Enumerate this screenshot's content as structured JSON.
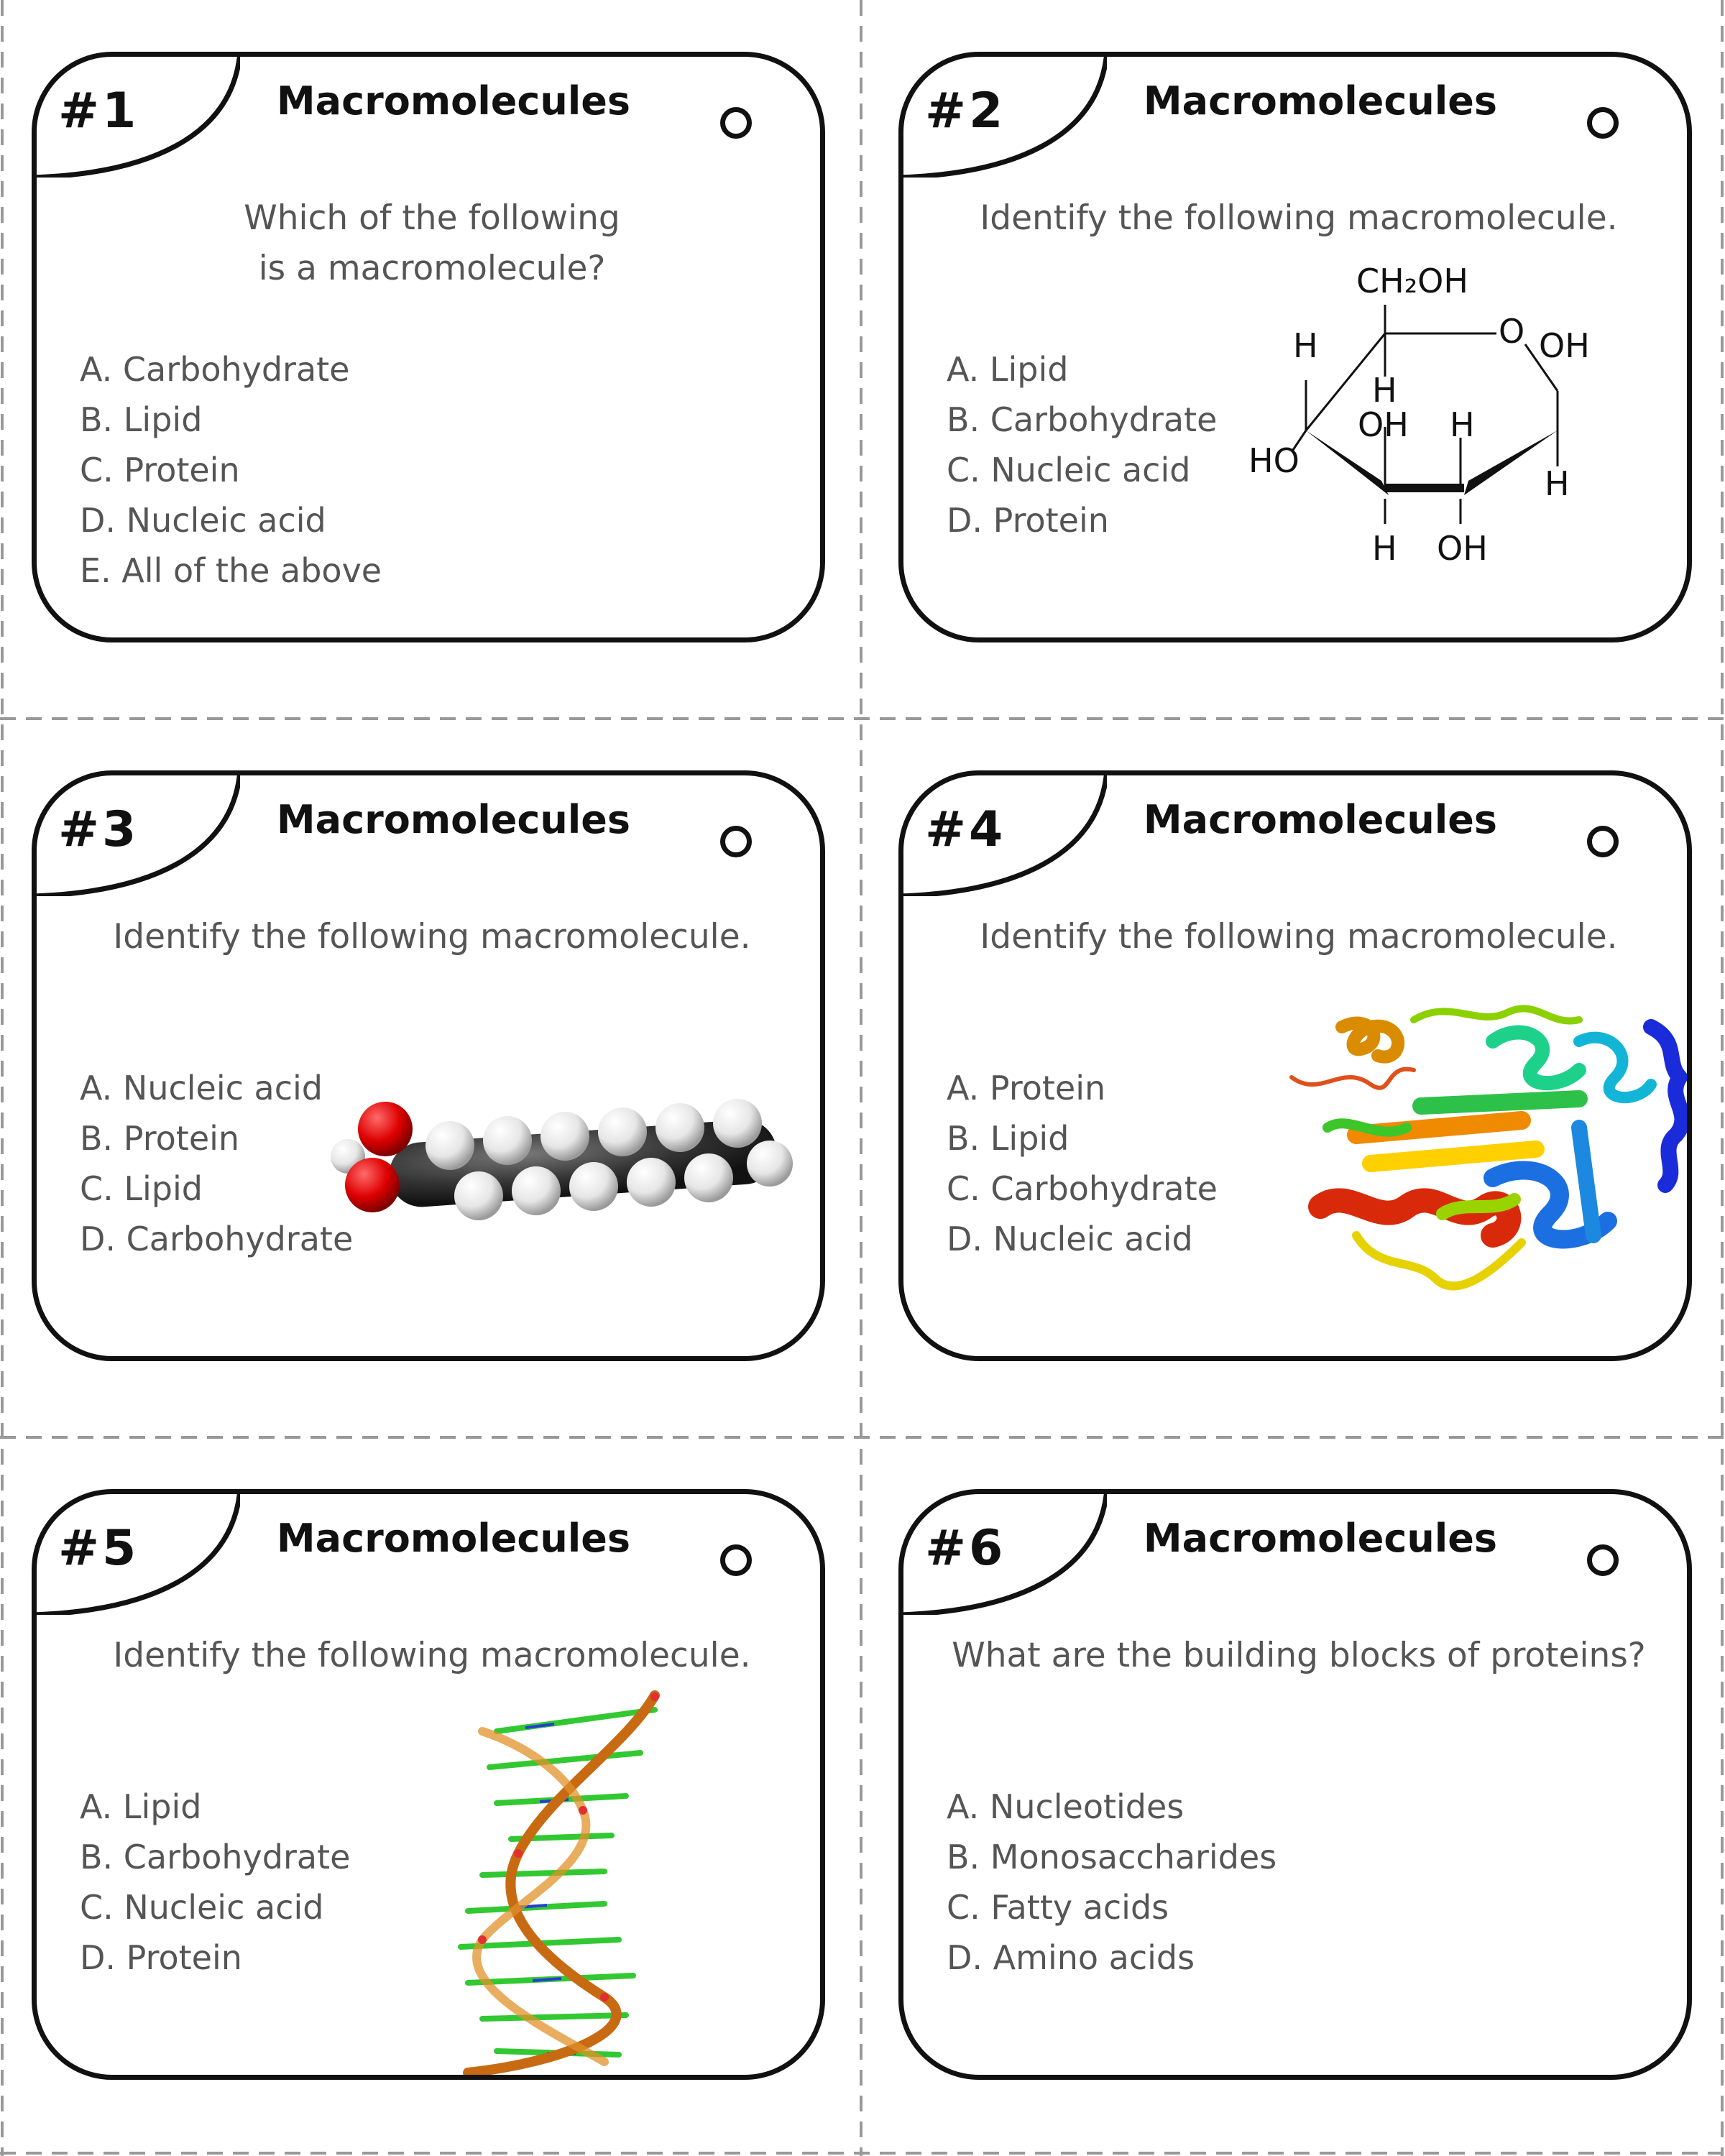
{
  "cards": [
    {
      "number": "#1",
      "title": "Macromolecules",
      "question_lines": [
        "Which of the following",
        "is a macromolecule?"
      ],
      "answers": [
        "A. Carbohydrate",
        "B. Lipid",
        "C. Protein",
        "D. Nucleic acid",
        "E. All of the above"
      ]
    },
    {
      "number": "#2",
      "title": "Macromolecules",
      "question_lines": [
        "Identify the following macromolecule."
      ],
      "answers": [
        "A. Lipid",
        "B. Carbohydrate",
        "C. Nucleic acid",
        "D. Protein"
      ],
      "figure_labels": {
        "ch2oh": "CH₂OH",
        "o": "O",
        "oh_right": "OH",
        "h_top_left": "H",
        "h_inner": "H",
        "oh_inner": "OH",
        "h_inner_right": "H",
        "ho": "HO",
        "h_right": "H",
        "h_bottom": "H",
        "oh_bottom": "OH"
      }
    },
    {
      "number": "#3",
      "title": "Macromolecules",
      "question_lines": [
        "Identify the following macromolecule."
      ],
      "answers": [
        "A. Nucleic acid",
        "B. Protein",
        "C. Lipid",
        "D. Carbohydrate"
      ]
    },
    {
      "number": "#4",
      "title": "Macromolecules",
      "question_lines": [
        "Identify the following macromolecule."
      ],
      "answers": [
        "A. Protein",
        "B. Lipid",
        "C. Carbohydrate",
        "D. Nucleic acid"
      ]
    },
    {
      "number": "#5",
      "title": "Macromolecules",
      "question_lines": [
        "Identify the following macromolecule."
      ],
      "answers": [
        "A. Lipid",
        "B. Carbohydrate",
        "C. Nucleic acid",
        "D. Protein"
      ]
    },
    {
      "number": "#6",
      "title": "Macromolecules",
      "question_lines": [
        "What are the building blocks of proteins?"
      ],
      "answers": [
        "A. Nucleotides",
        "B. Monosaccharides",
        "C. Fatty acids",
        "D. Amino acids"
      ]
    }
  ],
  "colors": {
    "border": "#111111",
    "text": "#555555",
    "cut_line": "#999999"
  }
}
